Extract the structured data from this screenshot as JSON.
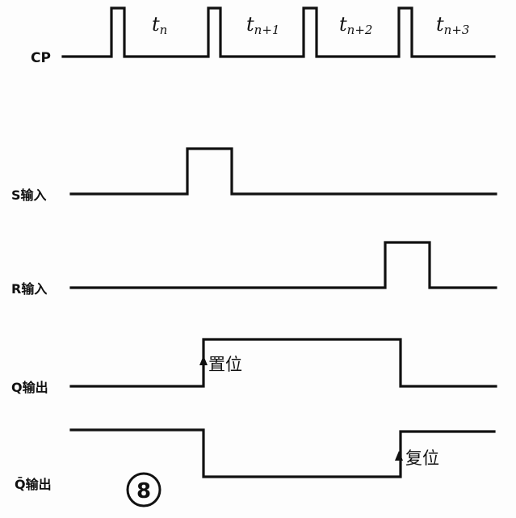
{
  "signals": {
    "cp": {
      "label": "CP"
    },
    "s_in": {
      "label": "S输入"
    },
    "r_in": {
      "label": "R输入"
    },
    "q_out": {
      "label": "Q输出"
    },
    "qbar_out": {
      "label": "Q̄输出"
    }
  },
  "time_slots": [
    {
      "base": "t",
      "sub": "n"
    },
    {
      "base": "t",
      "sub": "n+1"
    },
    {
      "base": "t",
      "sub": "n+2"
    },
    {
      "base": "t",
      "sub": "n+3"
    }
  ],
  "annotations": {
    "set": "置位",
    "reset": "复位"
  },
  "figure_number": "8"
}
